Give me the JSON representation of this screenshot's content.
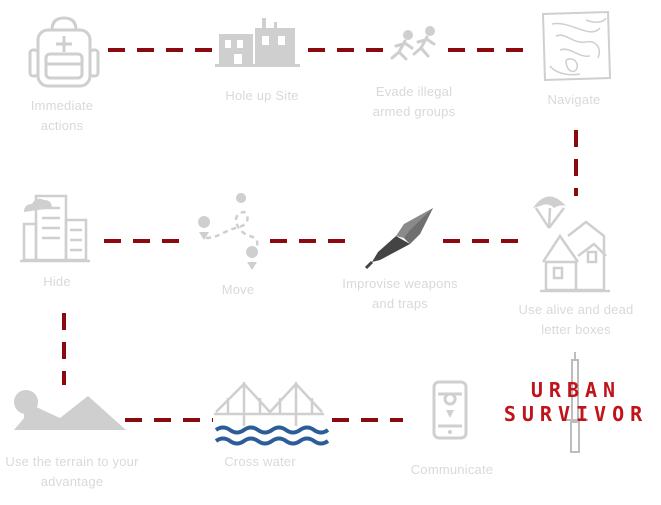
{
  "steps": [
    {
      "id": "immediate",
      "line1": "Immediate",
      "line2": "actions",
      "icon": "backpack-icon"
    },
    {
      "id": "holeup",
      "line1": "Hole up Site",
      "line2": "",
      "icon": "building-icon"
    },
    {
      "id": "evade",
      "line1": "Evade illegal",
      "line2": "armed groups",
      "icon": "running-people-icon"
    },
    {
      "id": "navigate",
      "line1": "Navigate",
      "line2": "",
      "icon": "topographic-map-icon"
    },
    {
      "id": "hide",
      "line1": "Hide",
      "line2": "",
      "icon": "city-buildings-icon"
    },
    {
      "id": "move",
      "line1": "Move",
      "line2": "",
      "icon": "route-path-icon"
    },
    {
      "id": "improvise",
      "line1": "Improvise weapons",
      "line2": "and traps",
      "icon": "spearhead-icon"
    },
    {
      "id": "letterboxes",
      "line1": "Use alive and dead",
      "line2": "letter boxes",
      "icon": "parachute-houses-icon"
    },
    {
      "id": "terrain",
      "line1": "Use the terrain to your",
      "line2": "advantage",
      "icon": "mountain-tree-icon"
    },
    {
      "id": "water",
      "line1": "Cross water",
      "line2": "",
      "icon": "bridge-water-icon"
    },
    {
      "id": "communicate",
      "line1": "Communicate",
      "line2": "",
      "icon": "smartphone-map-icon"
    }
  ],
  "brand": {
    "line1": "URBAN",
    "line2": "SURVIVOR",
    "icon": "knife-icon"
  },
  "colors": {
    "connector": "#8b0a0f",
    "brand": "#c0141b",
    "muted": "#d9d9d9",
    "icon": "#cfcfcf",
    "water": "#2d5d98"
  }
}
